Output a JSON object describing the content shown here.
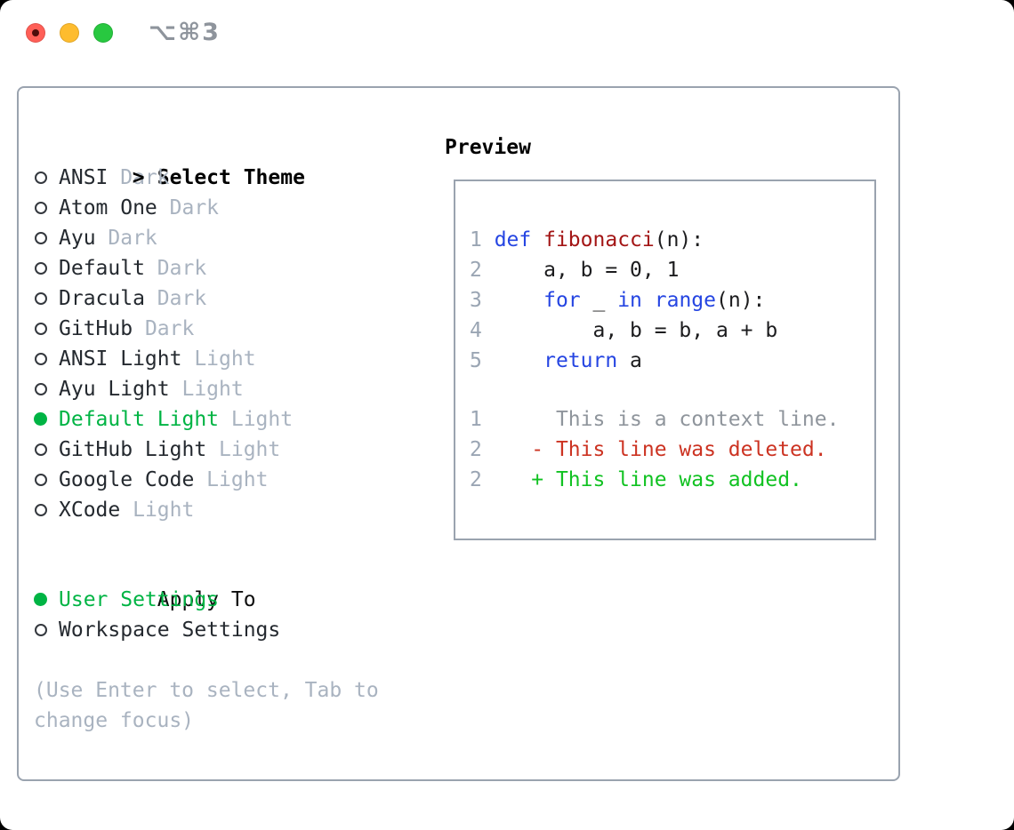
{
  "window": {
    "title": "⌥⌘3",
    "traffic_lights": [
      "close",
      "minimize",
      "zoom"
    ],
    "close_unsaved_dot": true
  },
  "colors": {
    "accent_green": "#00b444",
    "added_green": "#11c222",
    "deleted_red": "#cc3322",
    "keyword_blue": "#2545e2",
    "function_red": "#a31515",
    "muted_gray": "#a9b3c0",
    "context_gray": "#8f959c",
    "line_number_gray": "#9aa5b3",
    "border_gray": "#9aa3af",
    "title_gray": "#8e949c",
    "text_dark": "#24292f",
    "traffic_red": "#ff5f57",
    "traffic_yellow": "#febc2e",
    "traffic_green": "#28c840"
  },
  "left": {
    "prompt": ">",
    "title": "Select Theme",
    "themes": [
      {
        "name": "ANSI",
        "variant": "Dark",
        "selected": false
      },
      {
        "name": "Atom One",
        "variant": "Dark",
        "selected": false
      },
      {
        "name": "Ayu",
        "variant": "Dark",
        "selected": false
      },
      {
        "name": "Default",
        "variant": "Dark",
        "selected": false
      },
      {
        "name": "Dracula",
        "variant": "Dark",
        "selected": false
      },
      {
        "name": "GitHub",
        "variant": "Dark",
        "selected": false
      },
      {
        "name": "ANSI Light",
        "variant": "Light",
        "selected": false
      },
      {
        "name": "Ayu Light",
        "variant": "Light",
        "selected": false
      },
      {
        "name": "Default Light",
        "variant": "Light",
        "selected": true
      },
      {
        "name": "GitHub Light",
        "variant": "Light",
        "selected": false
      },
      {
        "name": "Google Code",
        "variant": "Light",
        "selected": false
      },
      {
        "name": "XCode",
        "variant": "Light",
        "selected": false
      }
    ],
    "apply_title": "Apply To",
    "apply_options": [
      {
        "label": "User Settings",
        "selected": true
      },
      {
        "label": "Workspace Settings",
        "selected": false
      }
    ],
    "hint_lines": [
      "(Use Enter to select, Tab to",
      "change focus)"
    ]
  },
  "preview": {
    "label": "Preview",
    "code_lines": [
      [
        {
          "t": "1 ",
          "c": "ln"
        },
        {
          "t": "def",
          "c": "kw"
        },
        {
          "t": " ",
          "c": "pl"
        },
        {
          "t": "fibonacci",
          "c": "fn"
        },
        {
          "t": "(n):",
          "c": "pl"
        }
      ],
      [
        {
          "t": "2 ",
          "c": "ln"
        },
        {
          "t": "    a, b = 0, 1",
          "c": "pl"
        }
      ],
      [
        {
          "t": "3 ",
          "c": "ln"
        },
        {
          "t": "    ",
          "c": "pl"
        },
        {
          "t": "for",
          "c": "kw"
        },
        {
          "t": " _ ",
          "c": "pl"
        },
        {
          "t": "in",
          "c": "kw"
        },
        {
          "t": " ",
          "c": "pl"
        },
        {
          "t": "range",
          "c": "kw"
        },
        {
          "t": "(n):",
          "c": "pl"
        }
      ],
      [
        {
          "t": "4 ",
          "c": "ln"
        },
        {
          "t": "        a, b = b, a + b",
          "c": "pl"
        }
      ],
      [
        {
          "t": "5 ",
          "c": "ln"
        },
        {
          "t": "    ",
          "c": "pl"
        },
        {
          "t": "return",
          "c": "kw"
        },
        {
          "t": " a",
          "c": "pl"
        }
      ]
    ],
    "diff_lines": [
      [
        {
          "t": "1",
          "c": "ln"
        },
        {
          "t": "      This is a context line.",
          "c": "ctx"
        }
      ],
      [
        {
          "t": "2",
          "c": "ln"
        },
        {
          "t": "    - This line was deleted.",
          "c": "del"
        }
      ],
      [
        {
          "t": "2",
          "c": "ln"
        },
        {
          "t": "    + This line was added.",
          "c": "add"
        }
      ]
    ]
  }
}
